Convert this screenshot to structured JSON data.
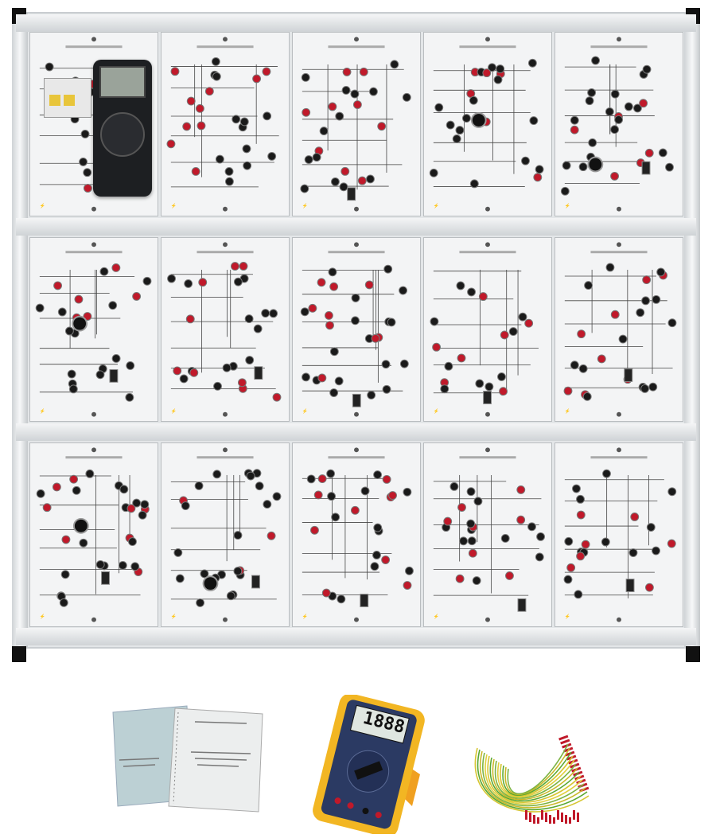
{
  "stand": {
    "rows": 3,
    "panels_per_row": 5
  },
  "accessories": {
    "multimeter_display": "1888"
  },
  "colors": {
    "jack_black": "#1a1a1a",
    "jack_red": "#c0192a",
    "panel": "#f3f4f5",
    "meter_body": "#2b3a63",
    "meter_holster": "#f2b623"
  }
}
